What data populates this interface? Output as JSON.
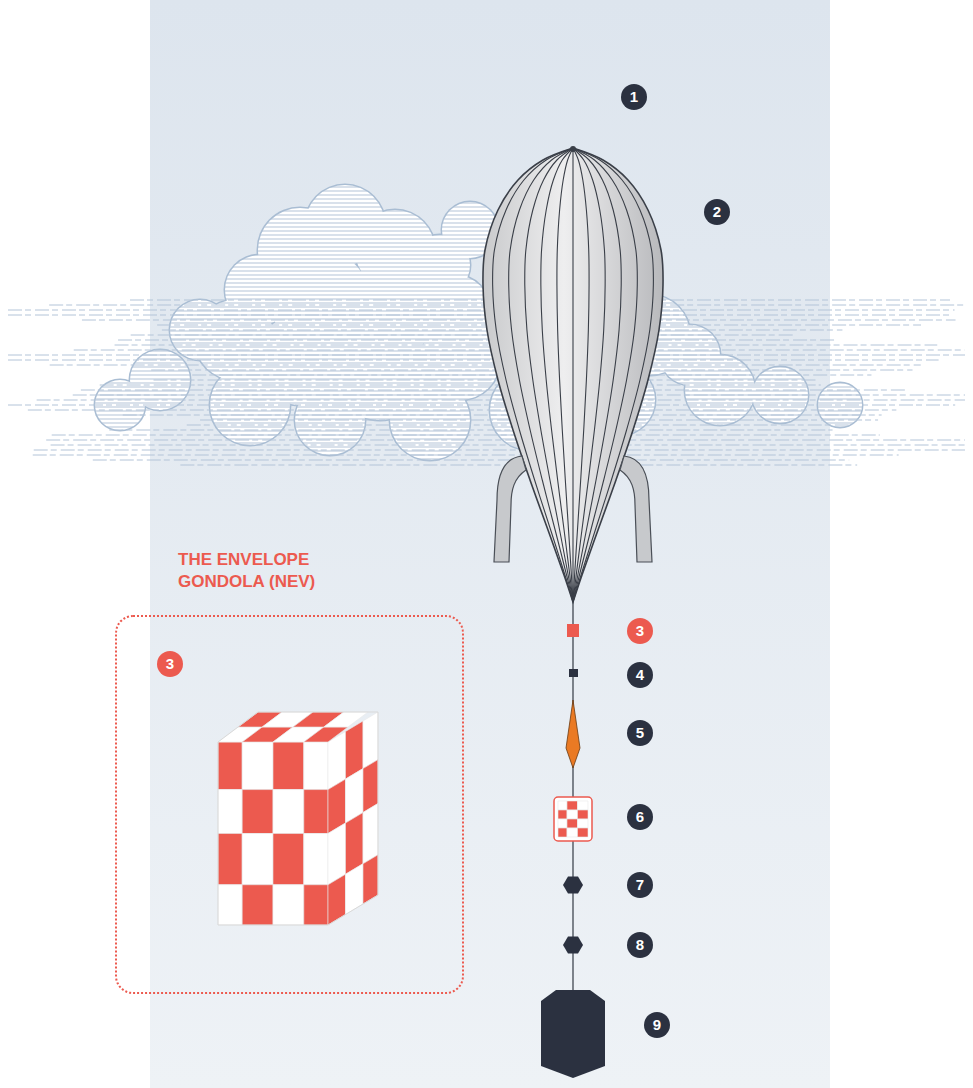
{
  "diagram": {
    "nodes": [
      {
        "text": [
          "THE ENVELOPE GONDOLA (NEV)",
          "3"
        ]
      }
    ],
    "labels": [
      "1",
      "2",
      "3",
      "4",
      "5",
      "6",
      "7",
      "8",
      "9"
    ]
  }
}
